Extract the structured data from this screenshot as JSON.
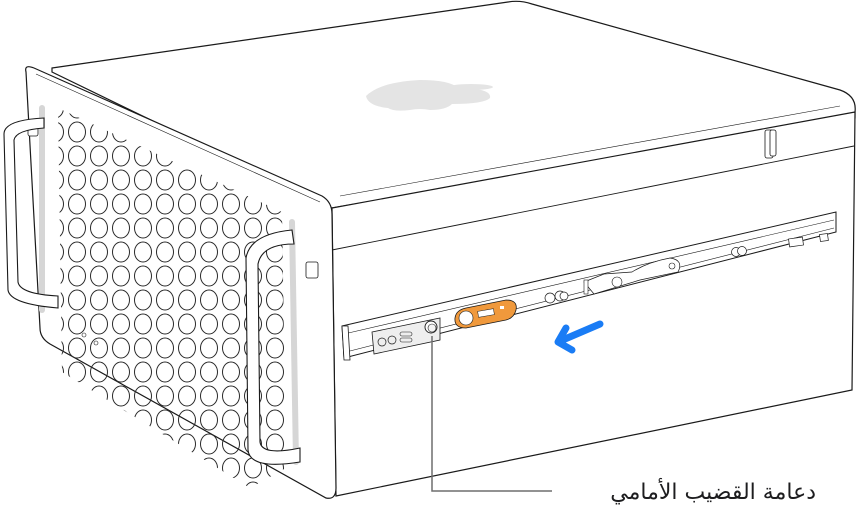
{
  "figure": {
    "subject": "Mac Pro rack-mount enclosure with rail",
    "callouts": [
      {
        "id": "front-rail-support",
        "label": "دعامة القضيب الأمامي"
      }
    ],
    "arrow": {
      "direction": "left",
      "color": "#1a7cf5"
    },
    "colors": {
      "outline": "#1a1a1a",
      "fill": "#ffffff",
      "logo": "#e4e4e4",
      "handle_glow": "#d6d6d6",
      "latch": "#f0993c",
      "leader_line": "#6e6e6e",
      "label_text": "#1d1d1f"
    }
  }
}
